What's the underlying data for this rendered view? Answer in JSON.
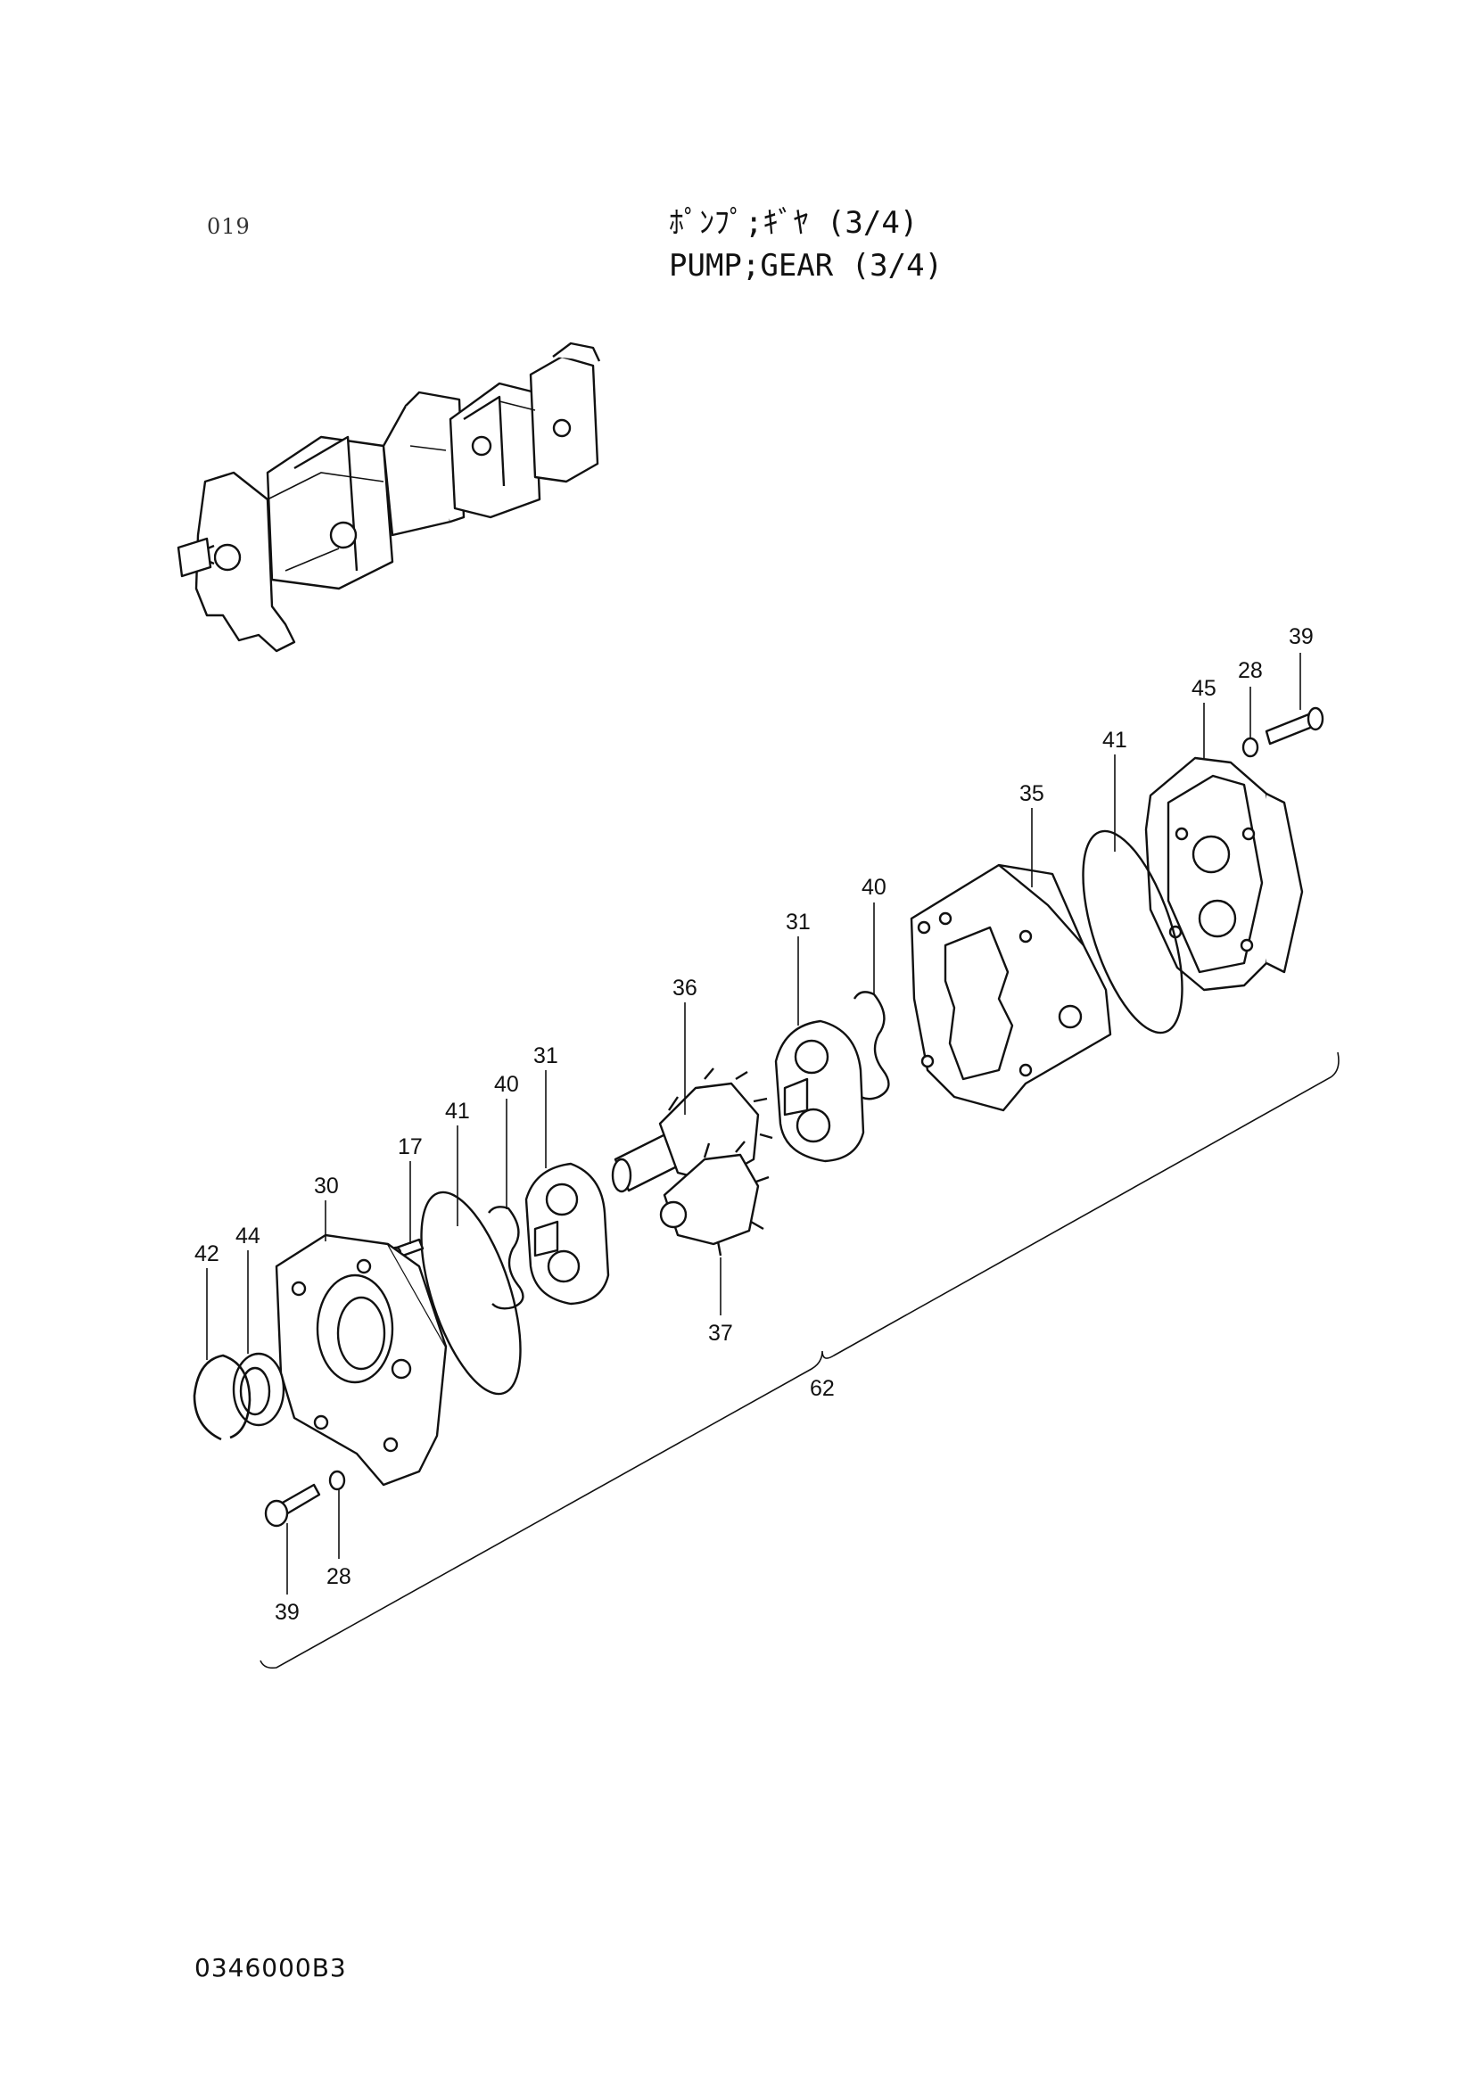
{
  "header": {
    "page_number": "019",
    "title_japanese": "ﾎﾟﾝﾌﾟ;ｷﾞﾔ (3/4)",
    "title_english": "PUMP;GEAR (3/4)"
  },
  "footer": {
    "drawing_code": "0346000B3"
  },
  "callouts": {
    "p39_top": "39",
    "p28_top": "28",
    "p45": "45",
    "p41_right": "41",
    "p35": "35",
    "p40_right": "40",
    "p31_right": "31",
    "p36": "36",
    "p31_left": "31",
    "p40_left": "40",
    "p41_left": "41",
    "p17": "17",
    "p30": "30",
    "p44": "44",
    "p42": "42",
    "p37": "37",
    "p62": "62",
    "p28_bottom": "28",
    "p39_bottom": "39"
  }
}
